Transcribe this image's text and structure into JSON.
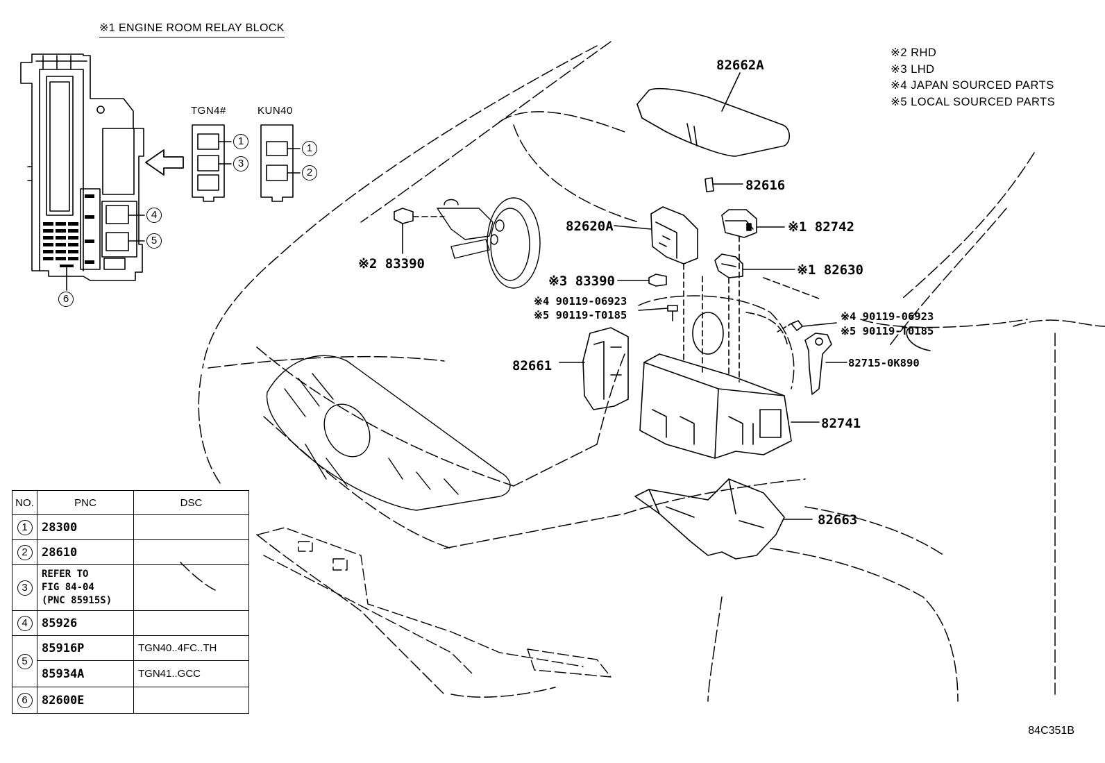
{
  "relay_block": {
    "title": "※1 ENGINE ROOM RELAY BLOCK",
    "variant_a": "TGN4#",
    "variant_b": "KUN40",
    "callouts": [
      "1",
      "3",
      "1",
      "2",
      "4",
      "5",
      "6"
    ]
  },
  "notes": [
    "※2  RHD",
    "※3  LHD",
    "※4  JAPAN SOURCED PARTS",
    "※5  LOCAL SOURCED PARTS"
  ],
  "parts": {
    "p82662A": "82662A",
    "p82616": "82616",
    "p82620A": "82620A",
    "p82742": "※1 82742",
    "p82630": "※1 82630",
    "p83390_rhd": "※2 83390",
    "p83390_lhd": "※3 83390",
    "bolt_left_4": "※4 90119-06923",
    "bolt_left_5": "※5 90119-T0185",
    "bolt_right_4": "※4 90119-06923",
    "bolt_right_5": "※5 90119-T0185",
    "p82715": "82715-0K890",
    "p82661": "82661",
    "p82741": "82741",
    "p82663": "82663"
  },
  "table": {
    "headers": [
      "NO.",
      "PNC",
      "DSC"
    ],
    "rows": [
      {
        "no": "1",
        "pnc": "28300",
        "dsc": ""
      },
      {
        "no": "2",
        "pnc": "28610",
        "dsc": ""
      },
      {
        "no": "3",
        "pnc_lines": [
          "REFER TO",
          "FIG 84-04",
          "(PNC 85915S)"
        ],
        "dsc": ""
      },
      {
        "no": "4",
        "pnc": "85926",
        "dsc": ""
      },
      {
        "no": "5",
        "pnc": "85916P",
        "dsc": "TGN40..4FC..TH"
      },
      {
        "no": "",
        "pnc": "85934A",
        "dsc": "TGN41..GCC"
      },
      {
        "no": "6",
        "pnc": "82600E",
        "dsc": ""
      }
    ]
  },
  "figure_code": "84C351B"
}
